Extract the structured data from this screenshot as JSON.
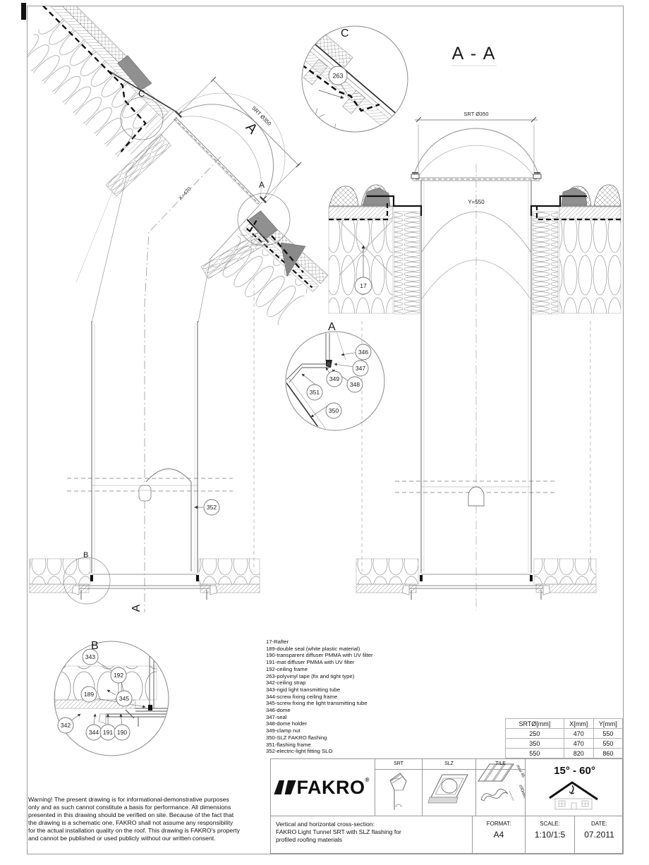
{
  "drawing": {
    "section_title": "A - A",
    "left_view": {
      "dim_diameter": "SRT Ø350",
      "dim_length": "X=470",
      "detail_c_label": "C",
      "detail_a_label": "A",
      "section_arrow_label": "A",
      "section_mark": "A",
      "detail_b_label": "B",
      "lamp_balloon": "352"
    },
    "right_view": {
      "dim_diameter": "SRT Ø350",
      "dim_width": "Y=550",
      "rafter_balloon": "17"
    },
    "detail_a": {
      "label": "A",
      "b346": "346",
      "b347": "347",
      "b348": "348",
      "b349": "349",
      "b350": "350",
      "b351": "351"
    },
    "detail_b": {
      "label": "B",
      "b343": "343",
      "b192": "192",
      "b189": "189",
      "b345": "345",
      "b342": "342",
      "b344": "344",
      "b191": "191",
      "b190": "190"
    },
    "detail_c": {
      "label": "C",
      "b263": "263"
    }
  },
  "parts_list": [
    "17-Rafter",
    "189-double seal (white plastic material)",
    "190-transparent diffuser PMMA with UV filter",
    "191-mat diffuser PMMA with UV filter",
    "192-ceiling frame",
    "263-polyvinyl tape (fix and tight type)",
    "342-ceiling strap",
    "343-rigid light transmitting tube",
    "344-screw fixing ceiling frame",
    "345-screw fixing the light transmitting tube",
    "346-dome",
    "347-seal",
    "348-dome holder",
    "349-clamp nut",
    "350-SLZ FAKRO flashing",
    "351-flashing frame",
    "352-electric-light fitting SLO"
  ],
  "dimensions_table": {
    "headers": [
      "SRTØ[mm]",
      "X[mm]",
      "Y[mm]"
    ],
    "rows": [
      [
        "250",
        "470",
        "550"
      ],
      [
        "350",
        "470",
        "550"
      ],
      [
        "550",
        "820",
        "860"
      ]
    ]
  },
  "title_block": {
    "brand": "FAKRO",
    "brand_reg": "®",
    "icons": [
      {
        "label": "SRT"
      },
      {
        "label": "SLZ"
      },
      {
        "label": "TILE"
      }
    ],
    "tile_note_1": "max 45",
    "tile_note_2": "≤90mm",
    "angle_range": "15° - 60°",
    "description_lines": [
      "Vertical and horizontal cross-section:",
      "FAKRO Light Tunnel SRT with SLZ flashing for",
      "profiled roofing materials"
    ],
    "format_label": "FORMAT:",
    "format_value": "A4",
    "scale_label": "SCALE:",
    "scale_value": "1:10/1:5",
    "date_label": "DATE:",
    "date_value": "07.2011"
  },
  "warning": "Warning! The present drawing is for informational-demonstrative purposes\nonly and as such cannot constitute a basis for performance. All dimensions\npresented in this drawing should be verified on site. Because of the fact that\nthe drawing is a schematic one, FAKRO shall not assume any responsibility\nfor the actual installation quality on the roof. This drawing is FAKRO's property\nand cannot be published  or used publicly without our written consent."
}
